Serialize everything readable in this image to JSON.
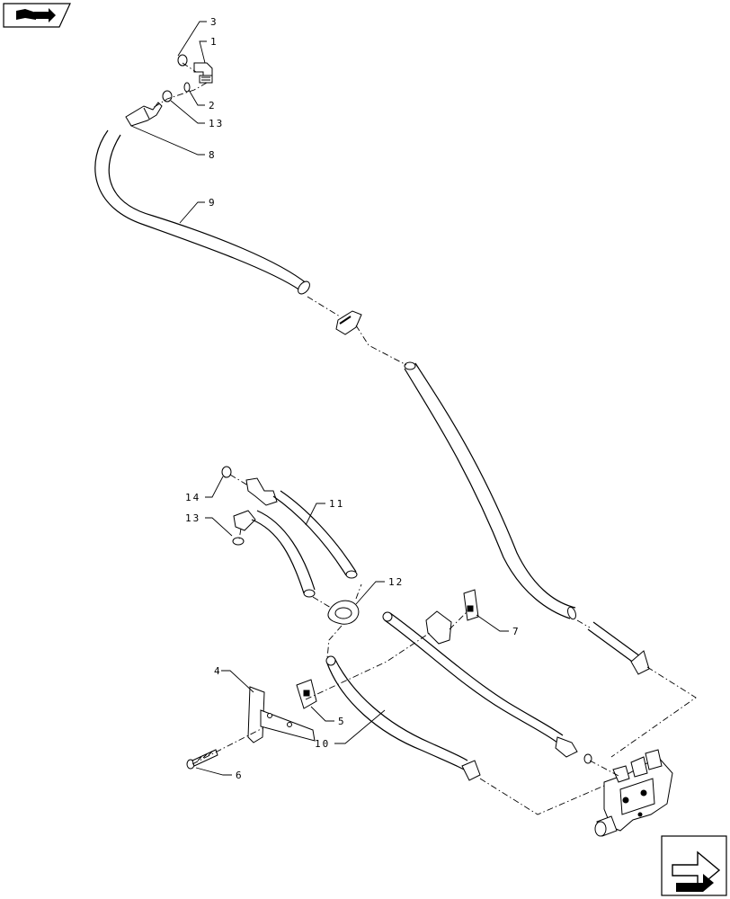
{
  "callouts": {
    "c1": "1",
    "c2": "2",
    "c3": "3",
    "c13a": "13",
    "c8": "8",
    "c9": "9",
    "c14": "14",
    "c13b": "13",
    "c11": "11",
    "c12": "12",
    "c7": "7",
    "c4": "4",
    "c5": "5",
    "c10": "10",
    "c6": "6"
  },
  "icons": {
    "top_left": "book-arrow-icon",
    "bottom_right": "next-page-arrow-icon"
  }
}
